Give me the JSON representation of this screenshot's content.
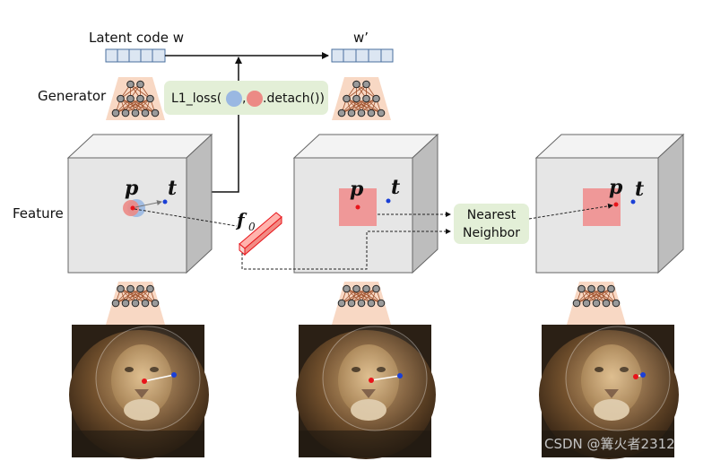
{
  "labels": {
    "latent_code": "Latent code w",
    "w_prime": "w’",
    "generator": "Generator",
    "feature": "Feature",
    "loss_prefix": "L1_loss(",
    "loss_comma": ",",
    "loss_suffix": ".detach())",
    "p1": "p",
    "t1": "t",
    "p2": "p",
    "t2": "t",
    "p3": "p",
    "t3": "t",
    "f0": "f",
    "f0_sub": "0",
    "nn_line1": "Nearest",
    "nn_line2": "Neighbor",
    "watermark": "CSDN @篝火者2312"
  },
  "colors": {
    "latent_fill": "#dce6f2",
    "latent_stroke": "#4a6f9e",
    "network_bg": "#f8d8c4",
    "loss_box": "#e3efd7",
    "nn_box": "#e3efd7",
    "cube_front": "#e6e6e6",
    "cube_top": "#f3f3f3",
    "cube_side": "#bdbdbd",
    "region": "#f08f8f",
    "point_red": "#e8141a",
    "point_blue": "#1a3fd6",
    "blue_circle": "#9ab8e2",
    "red_circle": "#ec8a85"
  }
}
